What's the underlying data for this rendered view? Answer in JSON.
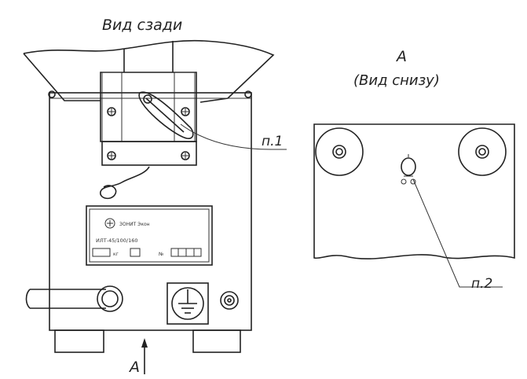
{
  "labels": {
    "rear_view": "Вид сзади",
    "view_a": "А",
    "bottom_view": "(Вид снизу)",
    "item_1": "п.1",
    "item_2": "п.2",
    "arrow_a": "А"
  },
  "nameplate": {
    "brand": "ЗОНИТ Экон",
    "model": "ИЛТ-45/100/160",
    "field_label_1": "кг",
    "field_label_2": "№"
  }
}
